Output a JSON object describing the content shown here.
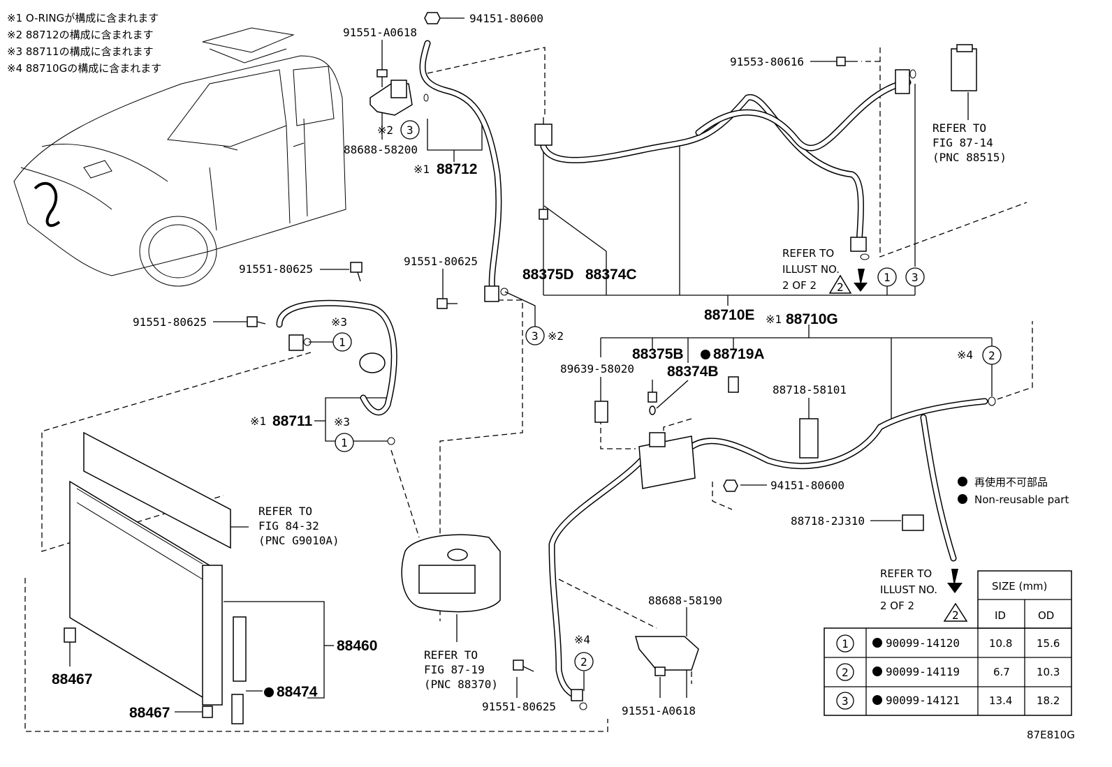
{
  "notes": [
    "※1 O-RINGが構成に含まれます",
    "※2 88712の構成に含まれます",
    "※3 88711の構成に含まれます",
    "※4 88710Gの構成に含まれます"
  ],
  "legend": {
    "ja": "再使用不可部品",
    "en": "Non-reusable part"
  },
  "labels": {
    "p94151_top": "94151-80600",
    "p91551_A0618_top": "91551-A0618",
    "p88688_58200": "88688-58200",
    "p88712": "88712",
    "p91553_80616": "91553-80616",
    "ref_87_14_l1": "REFER TO",
    "ref_87_14_l2": "FIG 87-14",
    "ref_87_14_l3": "(PNC 88515)",
    "p91551_80625_a": "91551-80625",
    "p91551_80625_b": "91551-80625",
    "p91551_80625_c": "91551-80625",
    "p91551_80625_d": "91551-80625",
    "p88375D": "88375D",
    "p88374C": "88374C",
    "ref_illust_l1": "REFER TO",
    "ref_illust_l2": "ILLUST NO.",
    "ref_illust_l3": "2 OF 2",
    "p88710E": "88710E",
    "p88710G": "88710G",
    "p88375B": "88375B",
    "p88719A": "88719A",
    "p89639_58020": "89639-58020",
    "p88374B": "88374B",
    "p88718_58101": "88718-58101",
    "p88711": "88711",
    "p94151_mid": "94151-80600",
    "ref_84_32_l1": "REFER TO",
    "ref_84_32_l2": "FIG 84-32",
    "ref_84_32_l3": "(PNC G9010A)",
    "p88718_2J310": "88718-2J310",
    "p88688_58190": "88688-58190",
    "p88460": "88460",
    "p88467_a": "88467",
    "p88467_b": "88467",
    "p88474": "88474",
    "ref_87_19_l1": "REFER TO",
    "ref_87_19_l2": "FIG 87-19",
    "ref_87_19_l3": "(PNC 88370)",
    "p91551_A0618_bot": "91551-A0618",
    "ref_illust2_l1": "REFER TO",
    "ref_illust2_l2": "ILLUST NO.",
    "ref_illust2_l3": "2 OF 2",
    "mark_1": "※1",
    "mark_2": "※2",
    "mark_3": "※3",
    "mark_4": "※4",
    "num_1": "1",
    "num_2": "2",
    "num_3": "3"
  },
  "size_table": {
    "header": "SIZE (mm)",
    "col_id": "ID",
    "col_od": "OD",
    "rows": [
      {
        "ref": "1",
        "part": "90099-14120",
        "id": "10.8",
        "od": "15.6"
      },
      {
        "ref": "2",
        "part": "90099-14119",
        "id": "6.7",
        "od": "10.3"
      },
      {
        "ref": "3",
        "part": "90099-14121",
        "id": "13.4",
        "od": "18.2"
      }
    ]
  },
  "figure_code": "87E810G"
}
